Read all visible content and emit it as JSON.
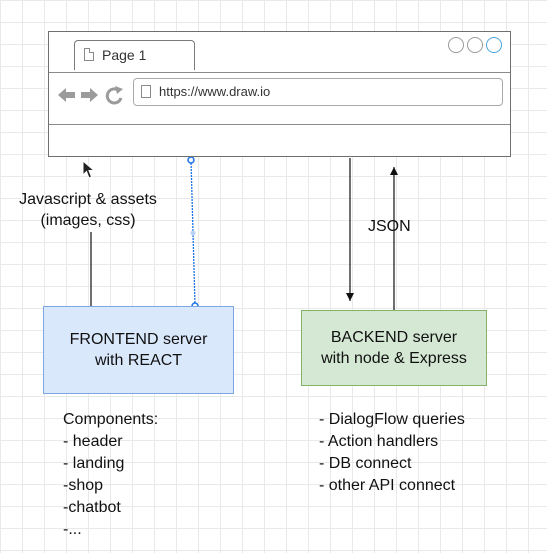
{
  "browser": {
    "tab_title": "Page 1",
    "url": "https://www.draw.io",
    "icons": {
      "back": "back-arrow-icon",
      "forward": "forward-arrow-icon",
      "reload": "reload-icon",
      "page": "page-icon",
      "window_controls": [
        "window-circle-icon",
        "window-circle-icon",
        "window-circle-icon"
      ]
    }
  },
  "labels": {
    "assets": "Javascript & assets\n(images, css)",
    "json": "JSON"
  },
  "frontend": {
    "label": "FRONTEND server\nwith REACT",
    "fill": "#dae8fc",
    "stroke": "#7ea6e0"
  },
  "backend": {
    "label": "BACKEND server\nwith node & Express",
    "fill": "#d5e8d4",
    "stroke": "#82b366"
  },
  "components": {
    "title": "Components:",
    "items": [
      "- header",
      "- landing",
      "-shop",
      "-chatbot",
      "-..."
    ]
  },
  "backend_features": {
    "items": [
      "- DialogFlow queries",
      "- Action handlers",
      "- DB connect",
      "- other API connect"
    ]
  },
  "colors": {
    "selected_connector": "#1a73e8",
    "window_control_active": "#4aa3df"
  }
}
